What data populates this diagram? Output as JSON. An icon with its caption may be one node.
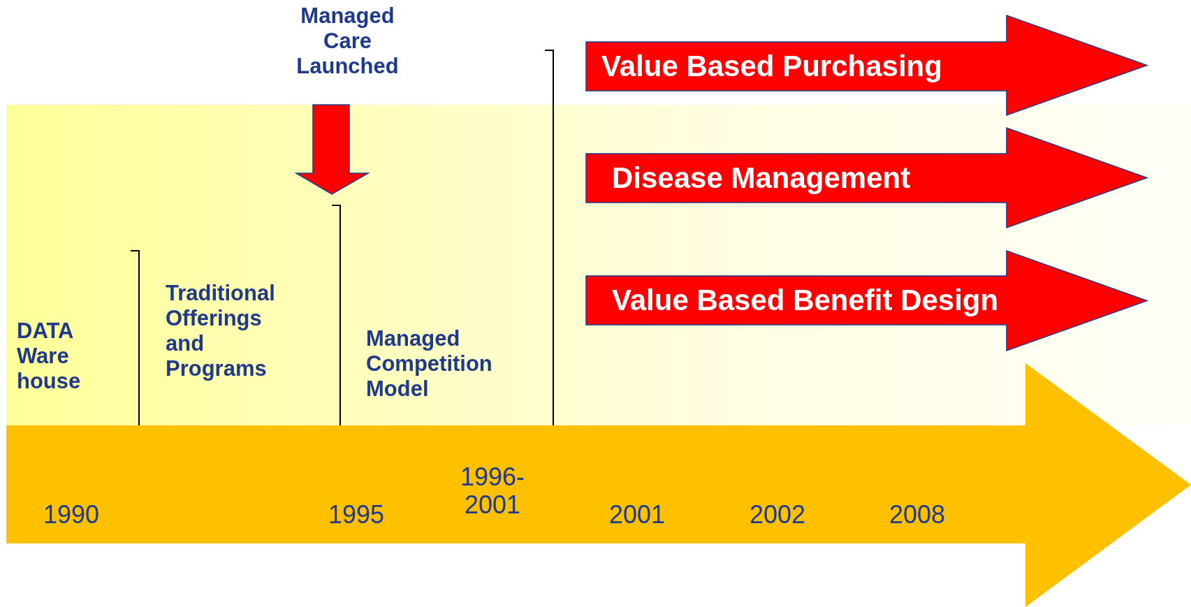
{
  "diagram": {
    "nodes": [
      {
        "text": [
          "Value Based Purchasing"
        ]
      },
      {
        "text": [
          "Disease Management"
        ]
      },
      {
        "text": [
          "Value Based Benefit Design"
        ]
      },
      {
        "text": [
          "1990",
          "1995",
          "1996- 2001",
          "2001",
          "2002",
          "2008"
        ]
      }
    ],
    "edges": [],
    "labels": [
      "Managed Care Launched",
      "DATA Ware house",
      "Traditional Offerings and Programs",
      "Managed Competition Model"
    ]
  }
}
